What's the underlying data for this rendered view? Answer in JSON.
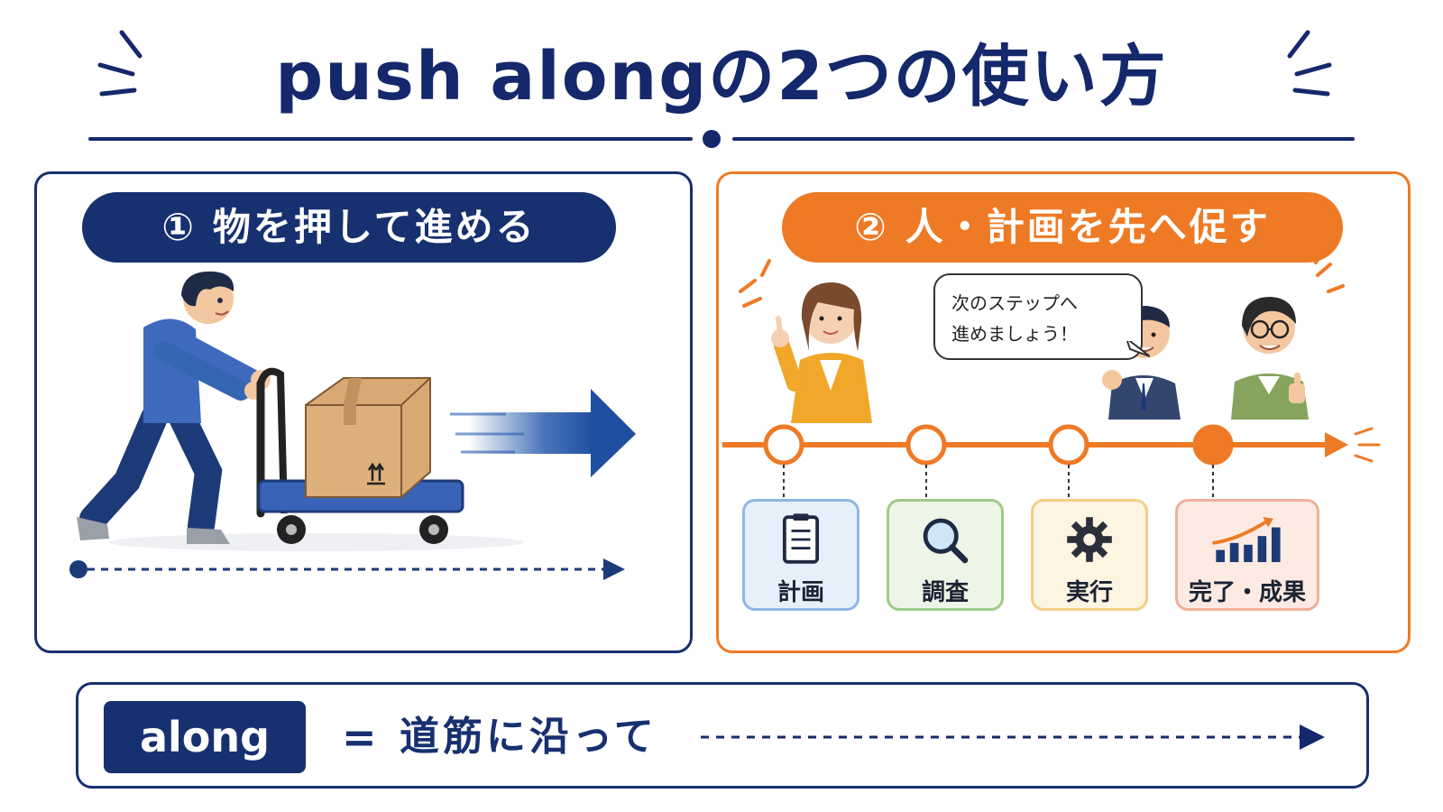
{
  "title": {
    "phrase": "push along",
    "rest": "の2つの使い方"
  },
  "usage1": {
    "number": "①",
    "label": "物を押して進める"
  },
  "usage2": {
    "number": "②",
    "label": "人・計画を先へ促す",
    "speech_line1": "次のステップへ",
    "speech_line2": "進めましょう！",
    "steps": [
      {
        "label": "計画",
        "icon": "clipboard-icon"
      },
      {
        "label": "調査",
        "icon": "magnifier-icon"
      },
      {
        "label": "実行",
        "icon": "gear-icon"
      },
      {
        "label": "完了・成果",
        "icon": "growth-chart-icon"
      }
    ]
  },
  "definition": {
    "word": "along",
    "equals": "=",
    "meaning": "道筋に沿って"
  },
  "colors": {
    "navy": "#17306f",
    "orange": "#ee7a25",
    "accent_blue": "#2a5cad"
  }
}
